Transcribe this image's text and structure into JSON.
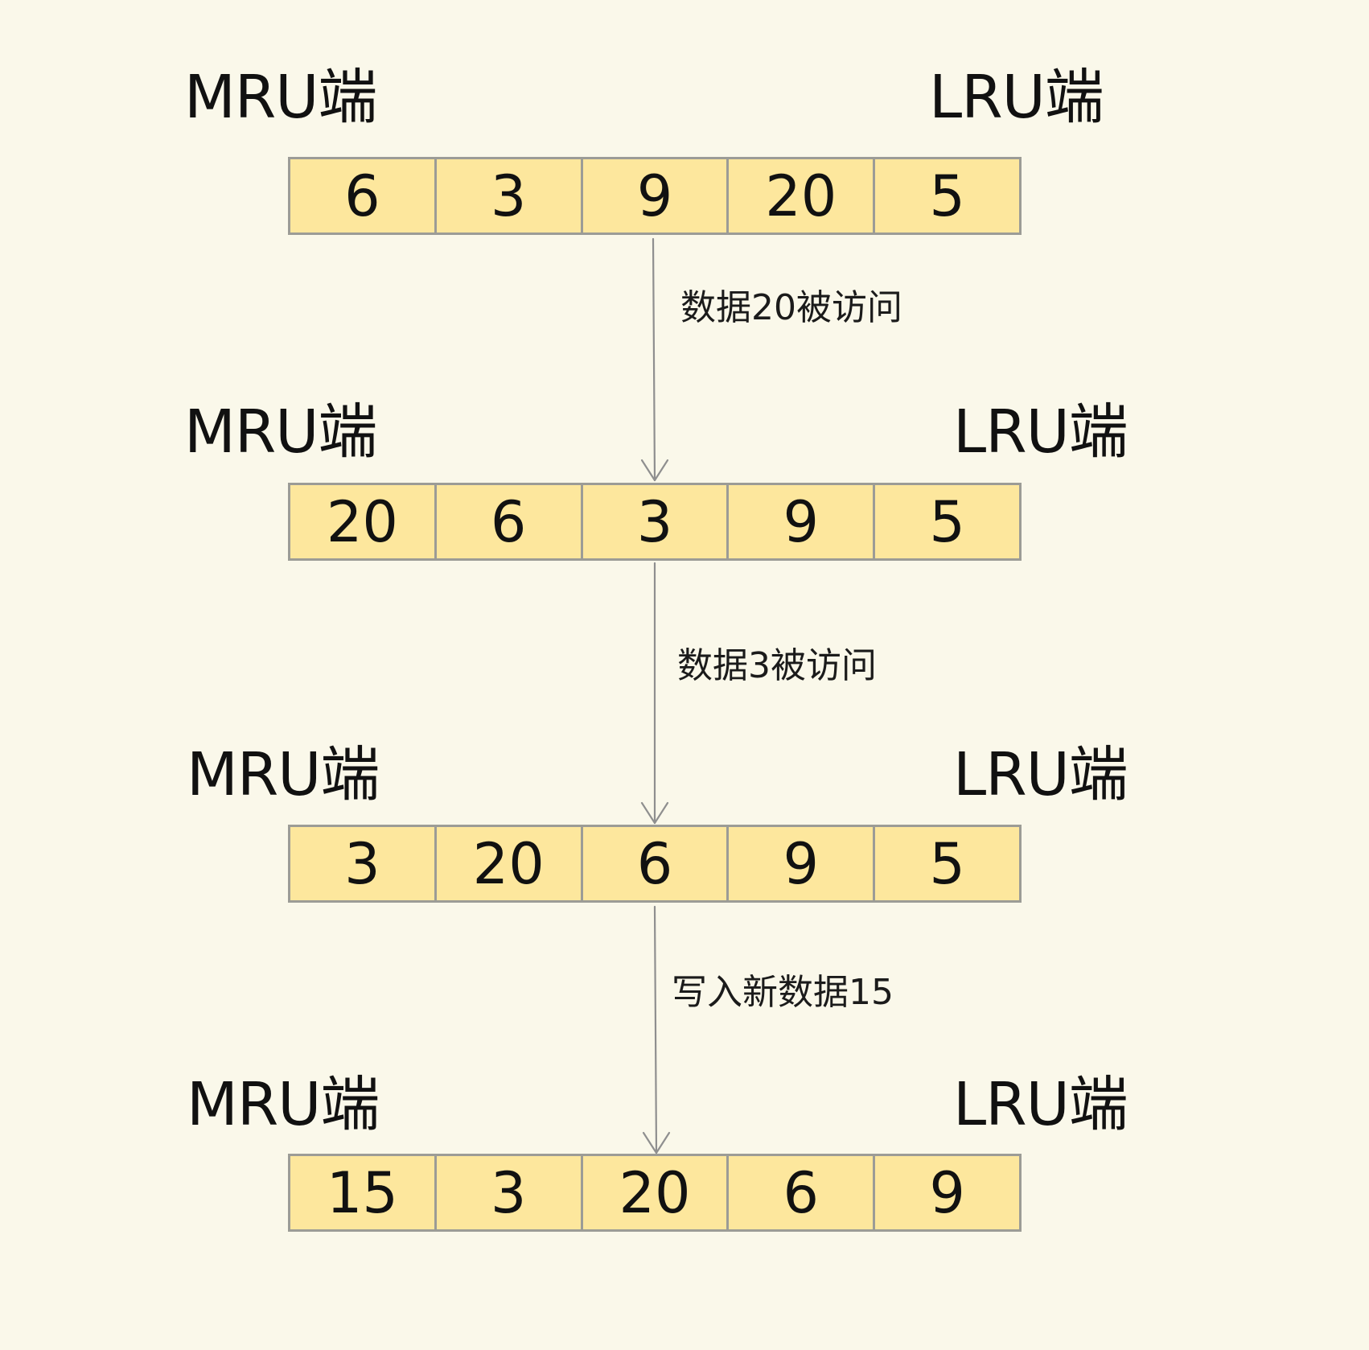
{
  "diagram": {
    "stages": [
      {
        "mru_label": "MRU端",
        "lru_label": "LRU端",
        "cells": [
          "6",
          "3",
          "9",
          "20",
          "5"
        ]
      },
      {
        "mru_label": "MRU端",
        "lru_label": "LRU端",
        "cells": [
          "20",
          "6",
          "3",
          "9",
          "5"
        ]
      },
      {
        "mru_label": "MRU端",
        "lru_label": "LRU端",
        "cells": [
          "3",
          "20",
          "6",
          "9",
          "5"
        ]
      },
      {
        "mru_label": "MRU端",
        "lru_label": "LRU端",
        "cells": [
          "15",
          "3",
          "20",
          "6",
          "9"
        ]
      }
    ],
    "transitions": [
      "数据20被访问",
      "数据3被访问",
      "写入新数据15"
    ]
  },
  "colors": {
    "background": "#faf8ea",
    "cell_fill": "#fde79d",
    "cell_border": "#9c9c96",
    "arrow": "#8f8f8f",
    "text": "#111111"
  }
}
